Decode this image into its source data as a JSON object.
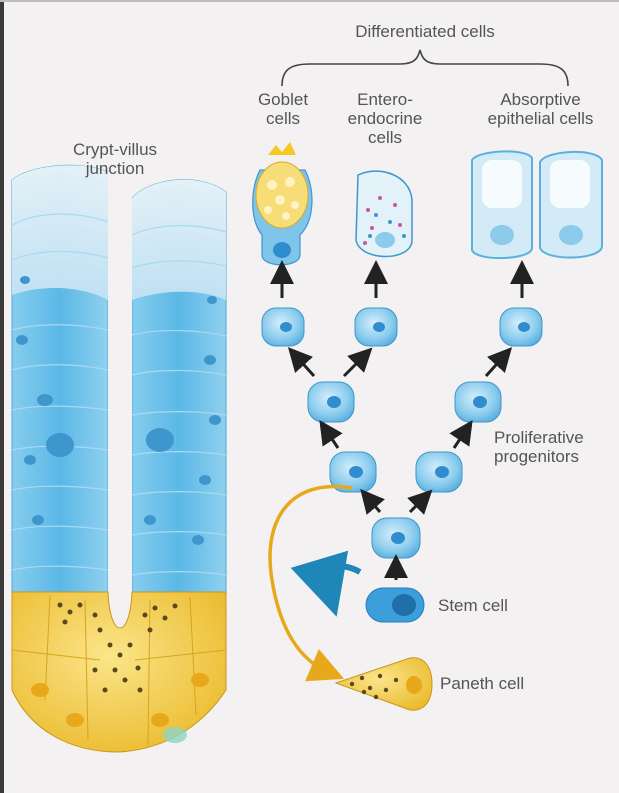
{
  "labels": {
    "differentiated_cells": "Differentiated cells",
    "goblet": [
      "Goblet",
      "cells"
    ],
    "enteroendocrine": [
      "Entero-",
      "endocrine",
      "cells"
    ],
    "absorptive": [
      "Absorptive",
      "epithelial cells"
    ],
    "crypt_villus": [
      "Crypt-villus",
      "junction"
    ],
    "proliferative": [
      "Proliferative",
      "progenitors"
    ],
    "stem_cell": "Stem cell",
    "paneth_cell": "Paneth cell"
  },
  "colors": {
    "background": "#f3f1f1",
    "epithelium_blue": "#5bb8e6",
    "epithelium_light": "#cfe8f5",
    "paneth_yellow": "#f2c83a",
    "arrow_orange": "#e8a81c",
    "stem_dark_blue": "#2f8ccf",
    "label_gray": "#555555"
  }
}
